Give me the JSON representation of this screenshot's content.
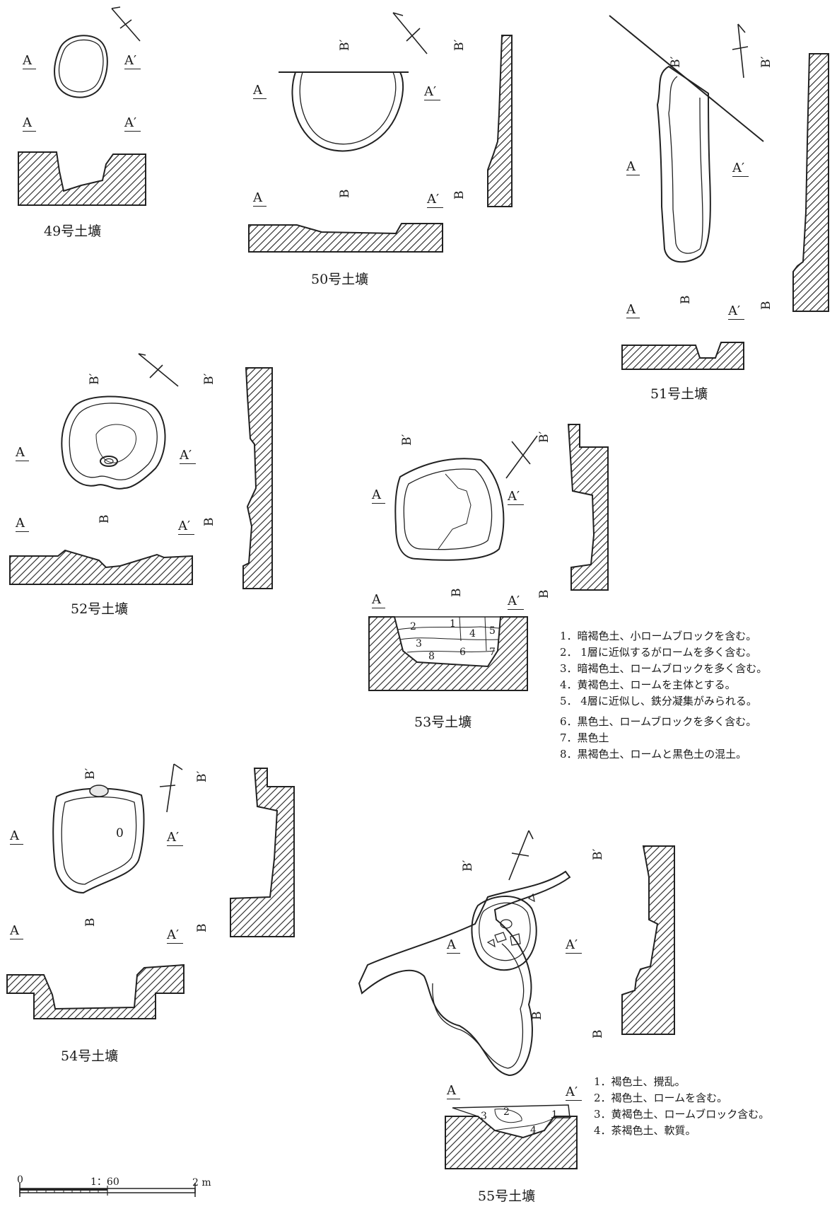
{
  "figures": [
    {
      "id": "49",
      "caption": "49号土壙",
      "a": "A",
      "a_prime": "A′"
    },
    {
      "id": "50",
      "caption": "50号土壙",
      "a": "A",
      "a_prime": "A′",
      "b": "B",
      "b_prime": "B′"
    },
    {
      "id": "51",
      "caption": "51号土壙",
      "a": "A",
      "a_prime": "A′",
      "b": "B",
      "b_prime": "B′"
    },
    {
      "id": "52",
      "caption": "52号土壙",
      "a": "A",
      "a_prime": "A′",
      "b": "B",
      "b_prime": "B′"
    },
    {
      "id": "53",
      "caption": "53号土壙",
      "a": "A",
      "a_prime": "A′",
      "b": "B",
      "b_prime": "B′",
      "layers": [
        "1",
        "2",
        "3",
        "4",
        "5",
        "6",
        "7",
        "8"
      ]
    },
    {
      "id": "54",
      "caption": "54号土壙",
      "a": "A",
      "a_prime": "A′",
      "b": "B",
      "b_prime": "B′",
      "mark": "0"
    },
    {
      "id": "55",
      "caption": "55号土壙",
      "a": "A",
      "a_prime": "A′",
      "b": "B",
      "b_prime": "B′",
      "layers": [
        "1",
        "2",
        "3",
        "4"
      ]
    }
  ],
  "legend_53": [
    "1．暗褐色土、小ロームブロックを含む。",
    "2． 1層に近似するがロームを多く含む。",
    "3．暗褐色土、ロームブロックを多く含む。",
    "4．黄褐色土、ロームを主体とする。",
    "5． 4層に近似し、鉄分凝集がみられる。",
    "6．黒色土、ロームブロックを多く含む。",
    "7．黒色土",
    "8．黒褐色土、ロームと黒色土の混土。"
  ],
  "legend_55": [
    "1．褐色土、攪乱。",
    "2．褐色土、ロームを含む。",
    "3．黄褐色土、ロームブロック含む。",
    "4．茶褐色土、軟質。"
  ],
  "scale": {
    "start": "0",
    "ratio": "1：60",
    "end": "2 m"
  }
}
